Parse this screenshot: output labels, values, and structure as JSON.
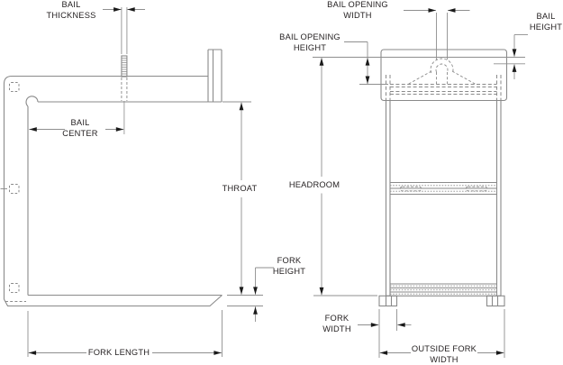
{
  "drawing": {
    "type": "dimensional line drawing",
    "subject": "crane fork – side view (left) and front view (right)"
  },
  "labels": {
    "bail_thickness": [
      "BAIL",
      "THICKNESS"
    ],
    "bail_center": [
      "BAIL",
      "CENTER"
    ],
    "throat": [
      "THROAT"
    ],
    "fork_height": [
      "FORK",
      "HEIGHT"
    ],
    "fork_length": [
      "FORK LENGTH"
    ],
    "bail_opening_width": [
      "BAIL OPENING",
      "WIDTH"
    ],
    "bail_opening_height": [
      "BAIL OPENING",
      "HEIGHT"
    ],
    "bail_height": [
      "BAIL",
      "HEIGHT"
    ],
    "headroom": [
      "HEADROOM"
    ],
    "fork_width": [
      "FORK",
      "WIDTH"
    ],
    "outside_fork_width": [
      "OUTSIDE FORK",
      "WIDTH"
    ]
  },
  "colors": {
    "object_line": "#8a8a8a",
    "dimension_line": "#8f8f8f",
    "arrowhead": "#1a1a1a",
    "text": "#231f20",
    "background": "#ffffff"
  }
}
